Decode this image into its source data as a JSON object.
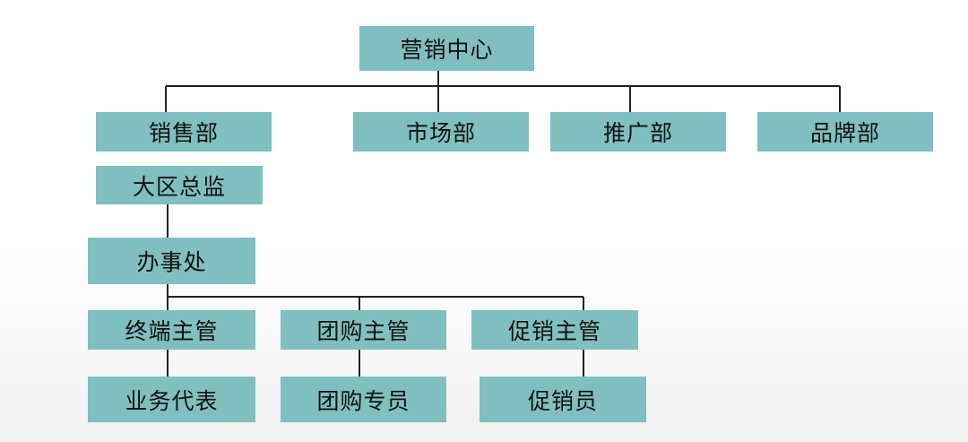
{
  "nodes": {
    "center": "营销中心",
    "sales": "销售部",
    "market": "市场部",
    "promotion": "推广部",
    "brand": "品牌部",
    "region_director": "大区总监",
    "office": "办事处",
    "terminal_manager": "终端主管",
    "group_buy_manager": "团购主管",
    "promo_manager": "促销主管",
    "sales_rep": "业务代表",
    "group_buy_specialist": "团购专员",
    "promoter": "促销员"
  },
  "colors": {
    "node_fill": "#7fbfbf",
    "connector": "#222222"
  }
}
